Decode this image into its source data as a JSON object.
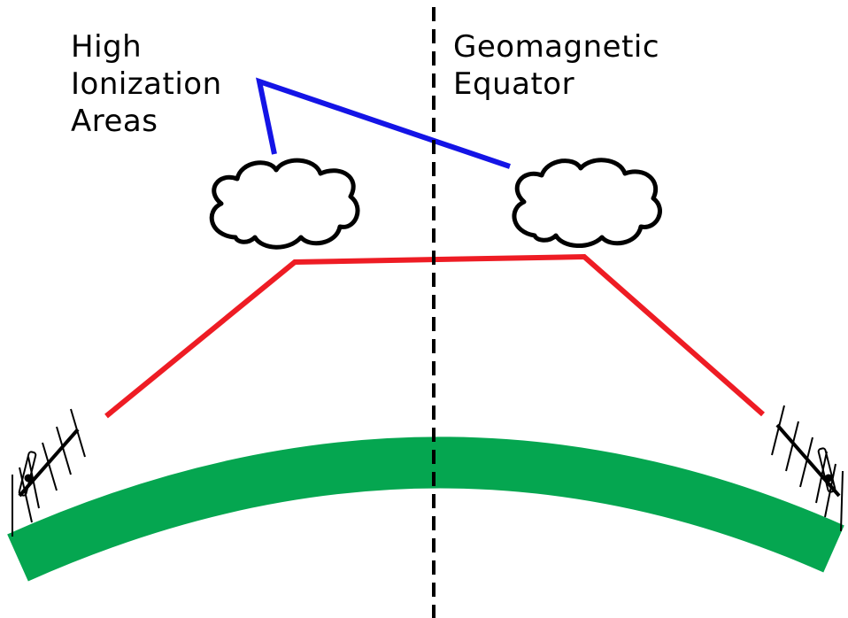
{
  "labels": {
    "high_ionization": [
      "High",
      "Ionization",
      "Areas"
    ],
    "geomagnetic_equator": [
      "Geomagnetic",
      "Equator"
    ]
  },
  "colors": {
    "earth": "#05a650",
    "signal_path": "#ee1c24",
    "pointer": "#1414e6",
    "equator_line": "#000000",
    "cloud_fill": "#ffffff",
    "cloud_stroke": "#000000"
  },
  "icons": {
    "left_antenna": "yagi-antenna-icon",
    "right_antenna": "yagi-antenna-icon",
    "clouds": "cloud-icon"
  }
}
